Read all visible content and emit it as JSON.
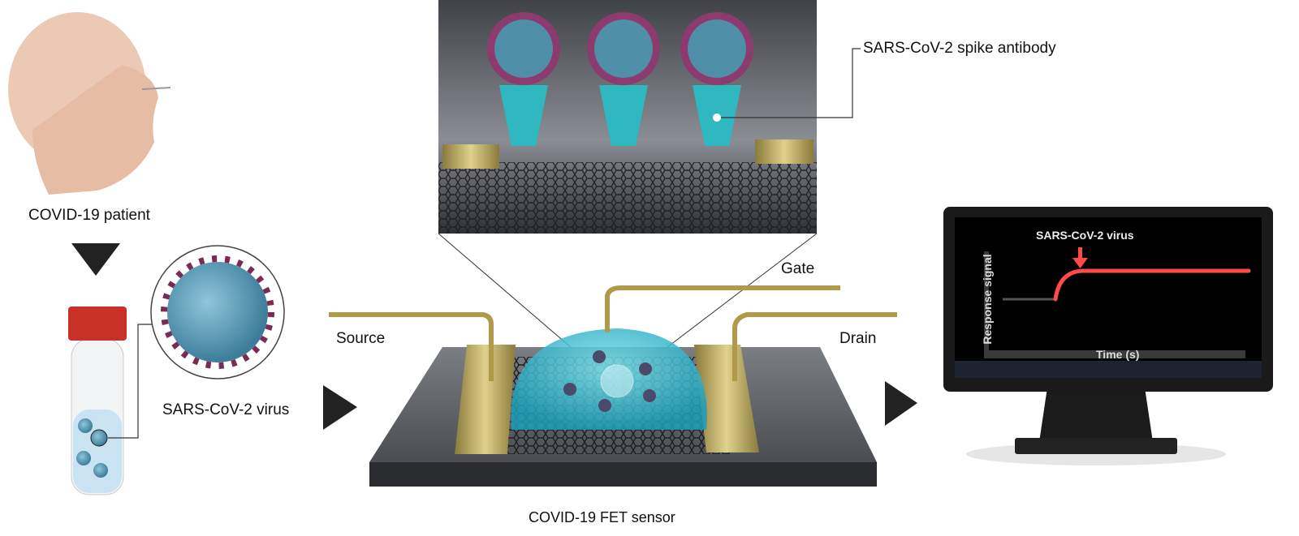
{
  "labels": {
    "patient": "COVID-19 patient",
    "virus": "SARS-CoV-2 virus",
    "antibody": "SARS-CoV-2 spike antibody",
    "source": "Source",
    "gate": "Gate",
    "drain": "Drain",
    "sensor": "COVID-19 FET sensor"
  },
  "monitor": {
    "annotation": "SARS-CoV-2 virus",
    "ylabel": "Response signal",
    "xlabel": "Time (s)",
    "signal_color": "#ff4a4a"
  }
}
